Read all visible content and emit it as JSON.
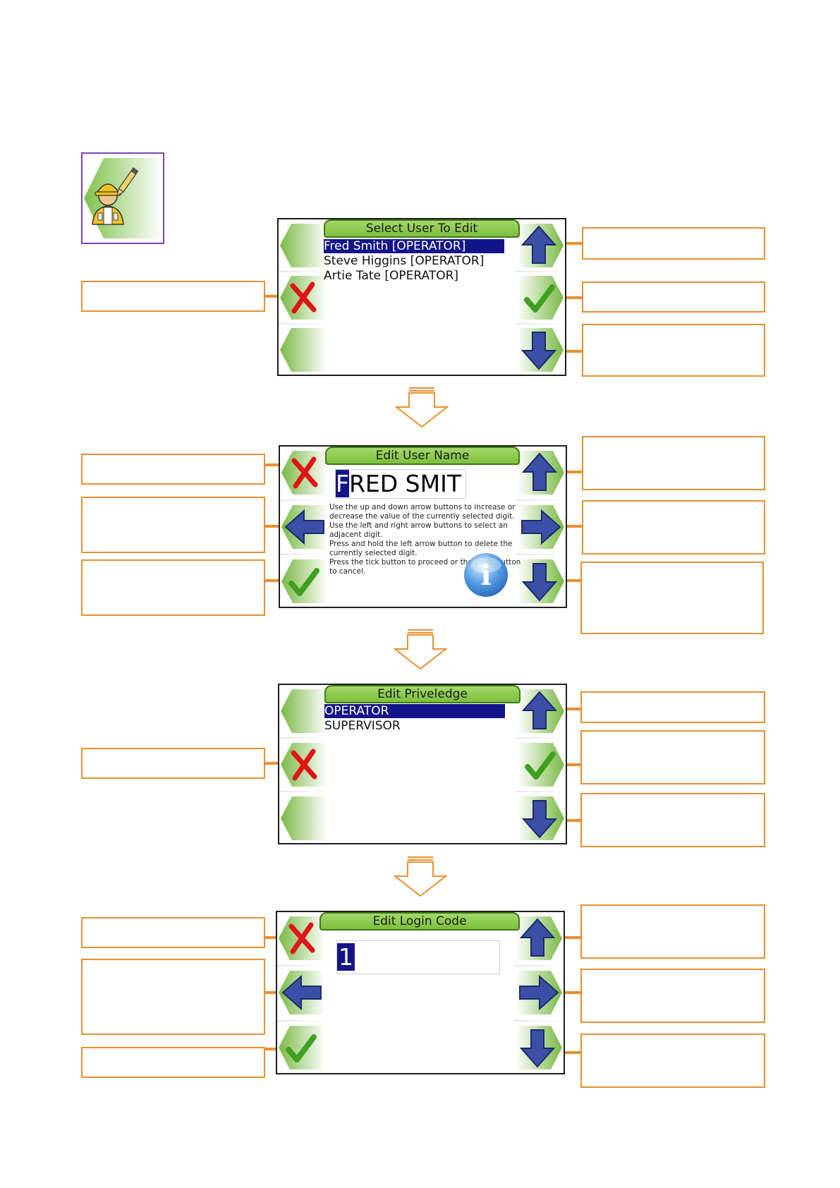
{
  "screens": {
    "select_user": {
      "title": "Select User To Edit",
      "users": [
        "Fred Smith [OPERATOR]",
        "Steve Higgins [OPERATOR]",
        "Artie Tate [OPERATOR]"
      ]
    },
    "edit_name": {
      "title": "Edit User Name",
      "name_cursor": "F",
      "name_rest": "RED SMIT",
      "help_lines": [
        "Use the up and down arrow buttons to increase or",
        "decrease the value of the currently selected digit.",
        "Use the left and right arrow buttons to select an",
        "adjacent digit.",
        "Press and hold the left arrow button to delete the",
        "currently selected digit.",
        "Press the tick button to proceed or the cross button",
        "to cancel."
      ],
      "info_glyph": "i"
    },
    "edit_privilege": {
      "title": "Edit Priveledge",
      "options": [
        "OPERATOR",
        "SUPERVISOR"
      ]
    },
    "edit_code": {
      "title": "Edit Login Code",
      "code_cursor": "1"
    }
  },
  "icons": {
    "header": "user-edit-icon",
    "up": "arrow-up-icon",
    "down": "arrow-down-icon",
    "left": "arrow-left-icon",
    "right": "arrow-right-icon",
    "tick": "tick-icon",
    "cross": "cross-icon",
    "flow": "flow-arrow-down-icon",
    "info": "info-icon"
  },
  "colors": {
    "annotation_border": "#e8902e",
    "title_green": "#8cc94f",
    "selection": "#14148a",
    "arrow_blue": "#3b4fa6",
    "tick_green": "#3fa021",
    "cross_red": "#e01515",
    "icon_frame": "#7d44b8"
  }
}
